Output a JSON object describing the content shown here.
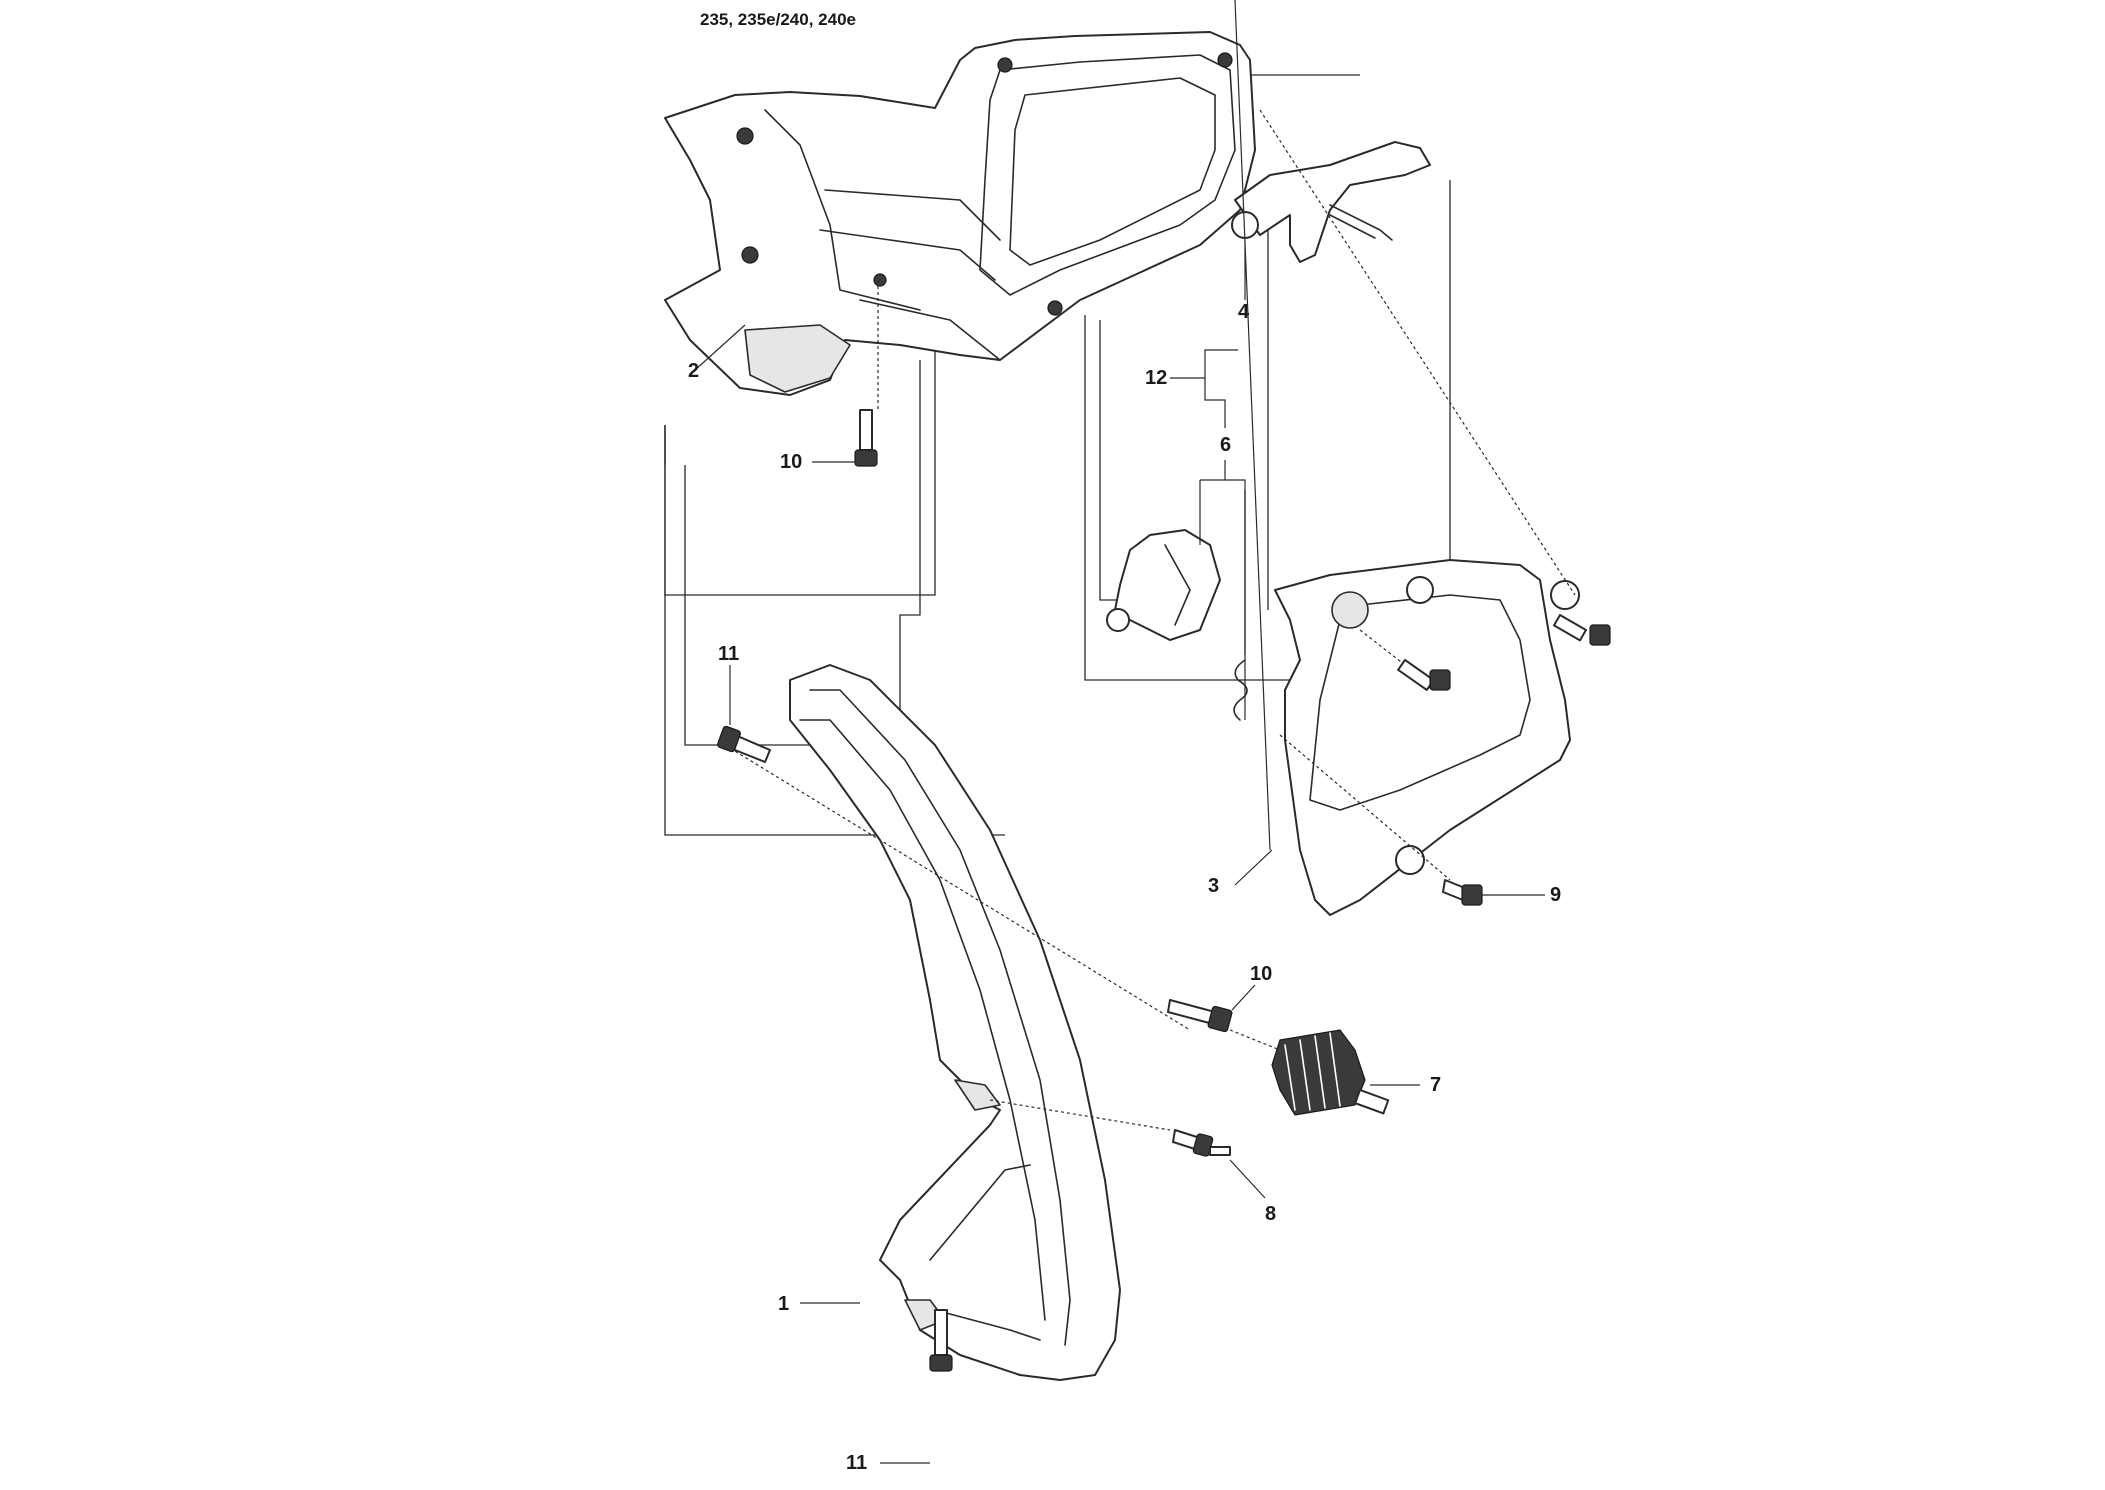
{
  "title": "235, 235e/240, 240e",
  "parts": [
    {
      "id": "p1",
      "label": "1"
    },
    {
      "id": "p2",
      "label": "2"
    },
    {
      "id": "p3",
      "label": "3"
    },
    {
      "id": "p4",
      "label": "4"
    },
    {
      "id": "p6",
      "label": "6"
    },
    {
      "id": "p7",
      "label": "7"
    },
    {
      "id": "p8",
      "label": "8"
    },
    {
      "id": "p9",
      "label": "9"
    },
    {
      "id": "p10a",
      "label": "10"
    },
    {
      "id": "p10b",
      "label": "10"
    },
    {
      "id": "p11a",
      "label": "11"
    },
    {
      "id": "p11b",
      "label": "11"
    },
    {
      "id": "p12",
      "label": "12"
    }
  ],
  "colors": {
    "line": "#2a2a2a",
    "shade": "#e6e6e6",
    "background": "#ffffff"
  }
}
